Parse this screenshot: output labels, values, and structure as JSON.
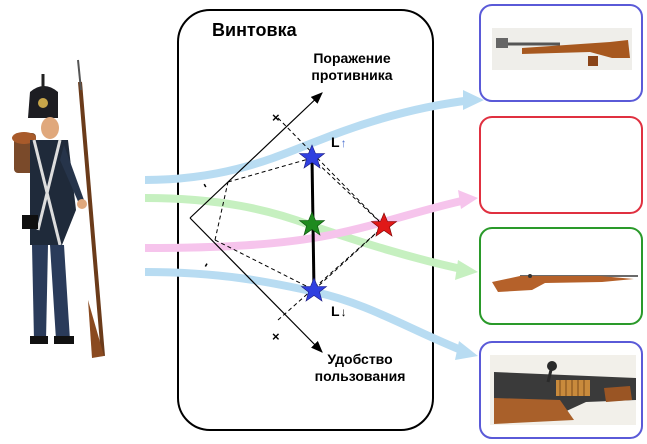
{
  "diagram": {
    "title": "Винтовка",
    "axis_top": [
      "Поражение",
      "противника"
    ],
    "axis_bottom": [
      "Удобство",
      "пользования"
    ],
    "label_up": {
      "letter": "L",
      "arrow": "↑"
    },
    "label_down": {
      "letter": "L",
      "arrow": "↓"
    },
    "marks": {
      "plus": "×",
      "minus": "-"
    }
  },
  "colors": {
    "blue_path": "#b8dcf2",
    "green_path": "#c6f0c0",
    "pink_path": "#f6c4ec",
    "star_blue": "#2f3fe0",
    "star_green": "#1e8a1e",
    "star_red": "#e01818",
    "card_blue": "#5a5ad8",
    "card_red": "#e03040",
    "card_green": "#2a9a2a"
  },
  "cards": [
    {
      "id": "rifle-top",
      "color": "blue"
    },
    {
      "id": "empty",
      "color": "red"
    },
    {
      "id": "rifle-long",
      "color": "green"
    },
    {
      "id": "rifle-bolt",
      "color": "blue"
    }
  ]
}
